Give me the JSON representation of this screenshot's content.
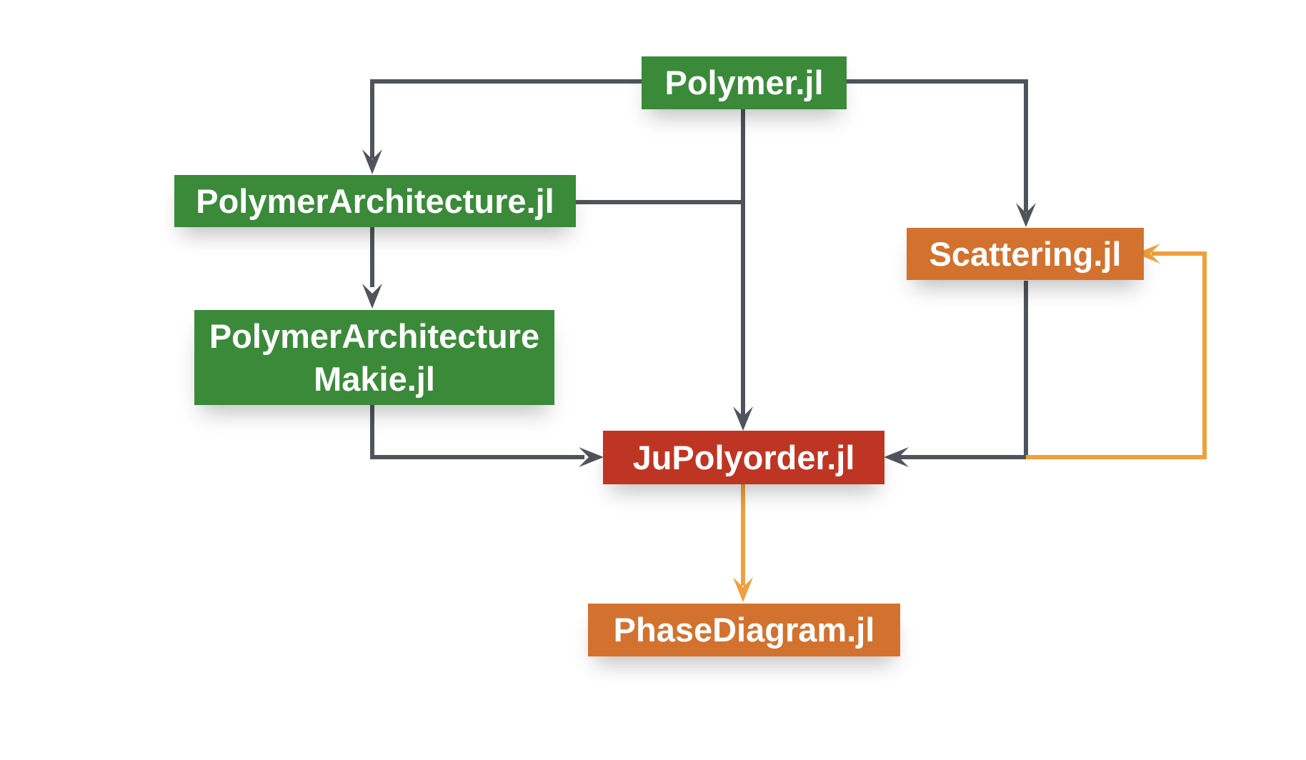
{
  "colors": {
    "package_green": "#3a8a3a",
    "package_orange": "#d2722e",
    "package_red": "#bf3523",
    "edge_gray": "#4f545c",
    "edge_orange": "#eea03c",
    "text": "#ffffff"
  },
  "nodes": {
    "polymer": {
      "label": "Polymer.jl",
      "color": "package_green"
    },
    "polymer_architecture": {
      "label": "PolymerArchitecture.jl",
      "color": "package_green"
    },
    "polymer_architecture_makie": {
      "lines": [
        "PolymerArchitecture",
        "Makie.jl"
      ],
      "color": "package_green"
    },
    "scattering": {
      "label": "Scattering.jl",
      "color": "package_orange"
    },
    "jupolyorder": {
      "label": "JuPolyorder.jl",
      "color": "package_red"
    },
    "phase_diagram": {
      "label": "PhaseDiagram.jl",
      "color": "package_orange"
    }
  },
  "edges": [
    {
      "from": "Polymer.jl",
      "to": "PolymerArchitecture.jl",
      "style": "gray"
    },
    {
      "from": "Polymer.jl",
      "to": "Scattering.jl",
      "style": "gray"
    },
    {
      "from": "Polymer.jl",
      "to": "JuPolyorder.jl",
      "style": "gray"
    },
    {
      "from": "PolymerArchitecture.jl",
      "to": "JuPolyorder.jl",
      "style": "gray"
    },
    {
      "from": "PolymerArchitecture.jl",
      "to": "PolymerArchitectureMakie.jl",
      "style": "gray"
    },
    {
      "from": "PolymerArchitectureMakie.jl",
      "to": "JuPolyorder.jl",
      "style": "gray"
    },
    {
      "from": "Scattering.jl",
      "to": "JuPolyorder.jl",
      "style": "gray"
    },
    {
      "from": "JuPolyorder.jl",
      "to": "Scattering.jl",
      "style": "orange"
    },
    {
      "from": "JuPolyorder.jl",
      "to": "PhaseDiagram.jl",
      "style": "orange"
    }
  ]
}
